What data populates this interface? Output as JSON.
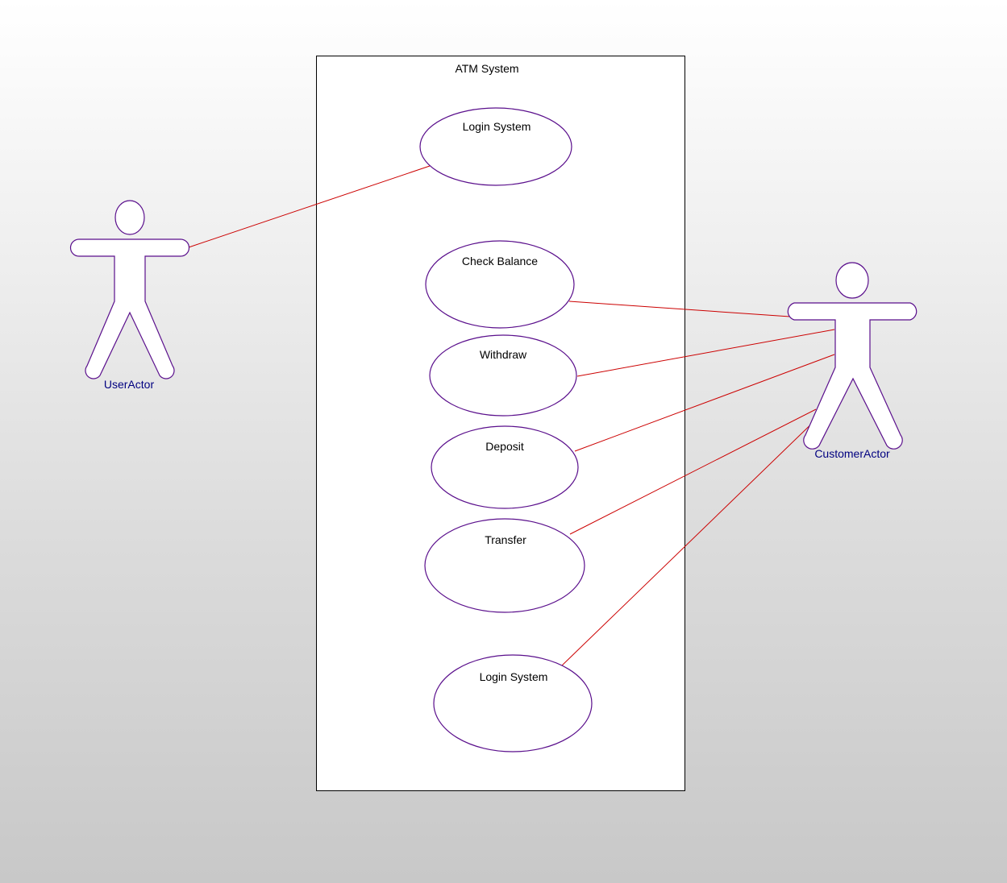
{
  "diagram": {
    "system_title": "ATM System",
    "use_cases": [
      {
        "label": "Login System"
      },
      {
        "label": "Check Balance"
      },
      {
        "label": "Withdraw"
      },
      {
        "label": "Deposit"
      },
      {
        "label": "Transfer"
      },
      {
        "label": "Login System"
      }
    ],
    "actors": [
      {
        "label": "UserActor"
      },
      {
        "label": "CustomerActor"
      }
    ],
    "colors": {
      "association": "#cc0000",
      "use_case_border": "#5a0f8c",
      "actor_label": "#000080"
    }
  }
}
